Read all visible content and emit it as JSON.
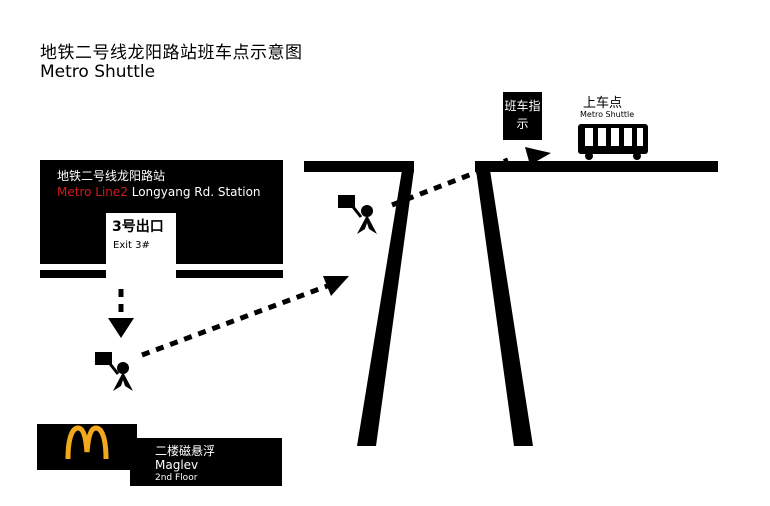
{
  "title": {
    "cn": "地铁二号线龙阳路站班车点示意图",
    "en": "Metro Shuttle"
  },
  "station": {
    "name_cn": "地铁二号线龙阳路站",
    "line_en": "Metro Line2",
    "name_en": " Longyang Rd. Station"
  },
  "exit": {
    "cn": "3号出口",
    "en": "Exit 3#"
  },
  "maglev": {
    "cn": "二楼磁悬浮",
    "en": "Maglev",
    "floor": "2nd Floor"
  },
  "shuttle_sign": {
    "text": "班车指示"
  },
  "shuttle_stop": {
    "cn": "上车点",
    "en": "Metro Shuttle"
  },
  "colors": {
    "line2_red": "#d21c1c",
    "mcd_gold": "#f2a81d",
    "ink": "#000000"
  },
  "icons": [
    "person-with-sign-icon",
    "mcdonalds-logo-icon",
    "shuttle-bus-icon",
    "dashed-arrow-icon"
  ]
}
